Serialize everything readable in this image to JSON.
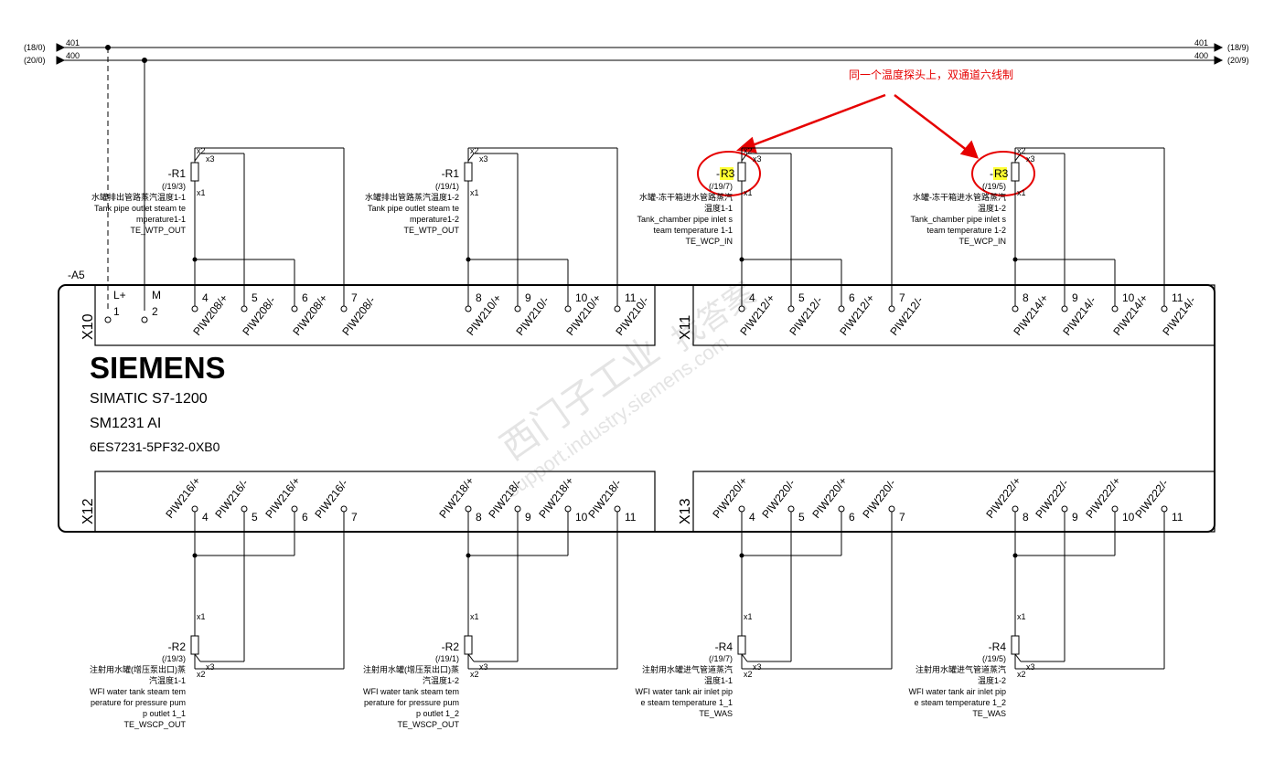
{
  "bus": {
    "left_top": "(18/0)",
    "left_bottom": "(20/0)",
    "right_top": "(18/9)",
    "right_bottom": "(20/9)",
    "wire_top": "401",
    "wire_bottom": "400"
  },
  "annotation": "同一个温度探头上，双通道六线制",
  "module": {
    "tag": "-A5",
    "brand": "SIEMENS",
    "line1": "SIMATIC S7-1200",
    "line2": "SM1231 AI",
    "order": "6ES7231-5PF32-0XB0",
    "lplus": "L+",
    "lplus_num": "1",
    "m": "M",
    "m_num": "2"
  },
  "connectors": {
    "x10": "X10",
    "x11": "X11",
    "x12": "X12",
    "x13": "X13"
  },
  "terms": {
    "n4": "4",
    "n5": "5",
    "n6": "6",
    "n7": "7",
    "n8": "8",
    "n9": "9",
    "n10": "10",
    "n11": "11"
  },
  "sig": {
    "x10": [
      "PIW208/+",
      "PIW208/-",
      "PIW208/+",
      "PIW208/-",
      "PIW210/+",
      "PIW210/-",
      "PIW210/+",
      "PIW210/-"
    ],
    "x11": [
      "PIW212/+",
      "PIW212/-",
      "PIW212/+",
      "PIW212/-",
      "PIW214/+",
      "PIW214/-",
      "PIW214/+",
      "PIW214/-"
    ],
    "x12": [
      "PIW216/+",
      "PIW216/-",
      "PIW216/+",
      "PIW216/-",
      "PIW218/+",
      "PIW218/-",
      "PIW218/+",
      "PIW218/-"
    ],
    "x13": [
      "PIW220/+",
      "PIW220/-",
      "PIW220/+",
      "PIW220/-",
      "PIW222/+",
      "PIW222/-",
      "PIW222/+",
      "PIW222/-"
    ]
  },
  "pins": {
    "x1": "x1",
    "x2": "x2",
    "x3": "x3"
  },
  "sensors": {
    "top": [
      {
        "tag": "-R1",
        "ref": "(/19/3)",
        "cn": "水罐排出管路蒸汽温度1-1",
        "en1": "Tank pipe outlet steam te",
        "en2": "mperature1-1",
        "code": "TE_WTP_OUT"
      },
      {
        "tag": "-R1",
        "ref": "(/19/1)",
        "cn": "水罐排出管路蒸汽温度1-2",
        "en1": "Tank pipe outlet steam te",
        "en2": "mperature1-2",
        "code": "TE_WTP_OUT"
      },
      {
        "tag_prefix": "-",
        "tag_hl": "R3",
        "ref": "(/19/7)",
        "cn": "水罐-冻干箱进水管路蒸汽",
        "cn2": "温度1-1",
        "en1": "Tank_chamber pipe inlet s",
        "en2": "team temperature 1-1",
        "code": "TE_WCP_IN"
      },
      {
        "tag_prefix": "-",
        "tag_hl": "R3",
        "ref": "(/19/5)",
        "cn": "水罐-冻干箱进水管路蒸汽",
        "cn2": "温度1-2",
        "en1": "Tank_chamber pipe inlet s",
        "en2": "team temperature 1-2",
        "code": "TE_WCP_IN"
      }
    ],
    "bottom": [
      {
        "tag": "-R2",
        "ref": "(/19/3)",
        "cn": "注射用水罐(增压泵出口)蒸",
        "cn2": "汽温度1-1",
        "en1": "WFI water tank steam tem",
        "en2": "perature for pressure pum",
        "en3": "p outlet 1_1",
        "code": "TE_WSCP_OUT"
      },
      {
        "tag": "-R2",
        "ref": "(/19/1)",
        "cn": "注射用水罐(增压泵出口)蒸",
        "cn2": "汽温度1-2",
        "en1": "WFI water tank steam tem",
        "en2": "perature for pressure pum",
        "en3": "p outlet 1_2",
        "code": "TE_WSCP_OUT"
      },
      {
        "tag": "-R4",
        "ref": "(/19/7)",
        "cn": "注射用水罐进气管道蒸汽",
        "cn2": "温度1-1",
        "en1": "WFI water tank air inlet pip",
        "en2": "e steam temperature 1_1",
        "code": "TE_WAS"
      },
      {
        "tag": "-R4",
        "ref": "(/19/5)",
        "cn": "注射用水罐进气管道蒸汽",
        "cn2": "温度1-2",
        "en1": "WFI water tank air inlet pip",
        "en2": "e steam temperature 1_2",
        "code": "TE_WAS"
      }
    ]
  },
  "watermark": {
    "cn": "西门子工业",
    "en": "support.industry.siemens.com",
    "short": "找答案"
  },
  "colors": {
    "line": "#000000",
    "annotation": "#e60000",
    "highlight": "#ffff33",
    "watermark": "#cfcfcf"
  }
}
